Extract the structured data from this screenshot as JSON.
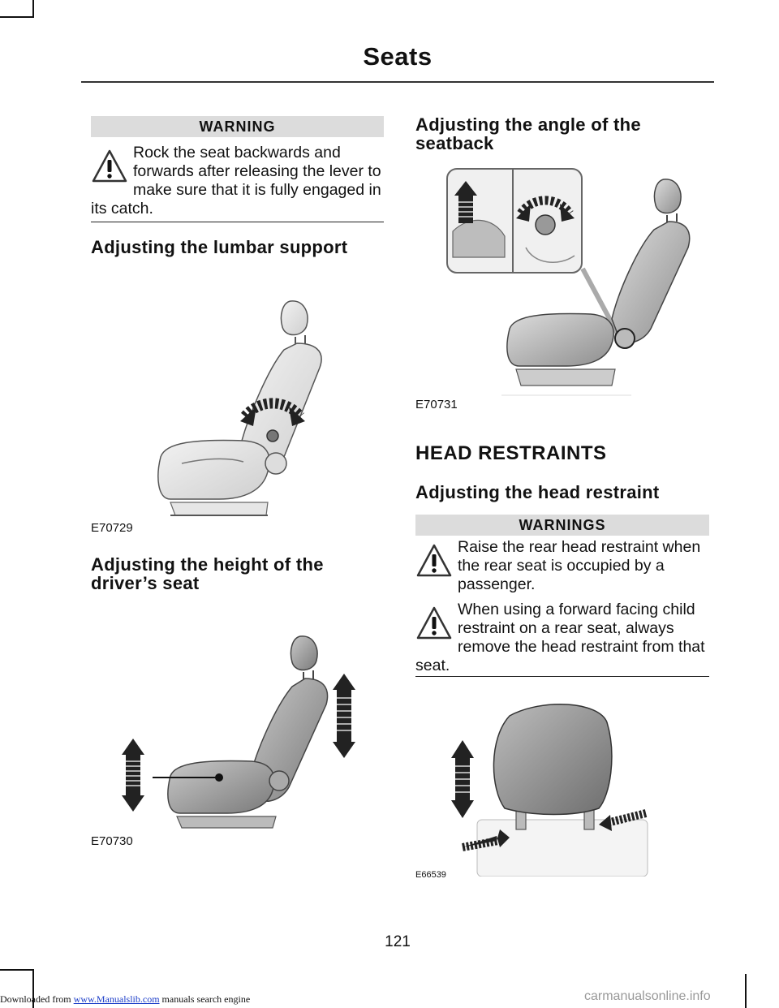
{
  "header": {
    "title": "Seats"
  },
  "left": {
    "warning_title": "WARNING",
    "warning_text": "Rock the seat backwards and forwards after releasing the lever to make sure that it is fully engaged in its catch.",
    "lumbar_heading": "Adjusting the lumbar support",
    "lumbar_fig": "E70729",
    "height_heading": "Adjusting the height of the driver’s seat",
    "height_fig": "E70730"
  },
  "right": {
    "angle_heading": "Adjusting the angle of the seatback",
    "angle_fig": "E70731",
    "section_heading": "HEAD RESTRAINTS",
    "restraint_heading": "Adjusting the head restraint",
    "warnings_title": "WARNINGS",
    "warning1": "Raise the rear head restraint when the rear seat is occupied by a passenger.",
    "warning2": "When using a forward facing child restraint on a rear seat, always remove the head restraint from that seat.",
    "restraint_fig": "E66539"
  },
  "page_number": "121",
  "footer": {
    "prefix": "Downloaded from ",
    "link": "www.Manualslib.com",
    "suffix": " manuals search engine",
    "watermark": "carmanualsonline.info"
  }
}
